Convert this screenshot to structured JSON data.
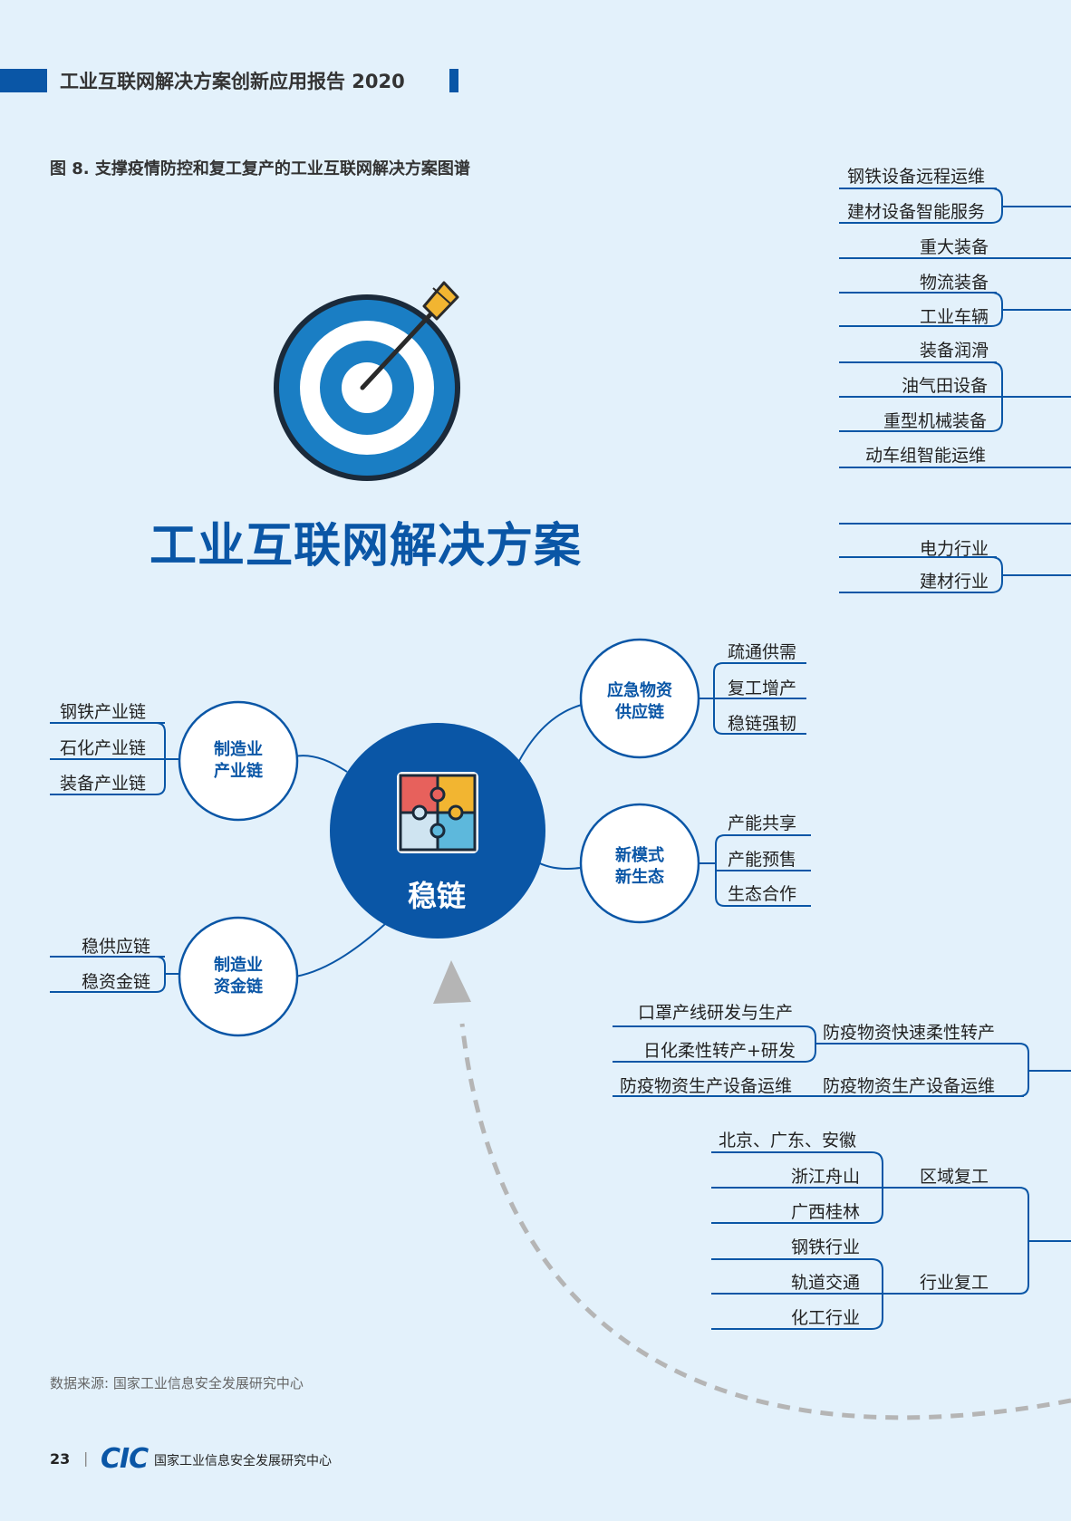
{
  "header": {
    "title": "工业互联网解决方案创新应用报告 2020"
  },
  "figure": {
    "caption": "图 8. 支撑疫情防控和复工复产的工业互联网解决方案图谱",
    "main_title": "工业互联网解决方案",
    "center": "稳链",
    "nodes": {
      "manufacturing_chain": "制造业\n产业链",
      "manufacturing_finance": "制造业\n资金链",
      "emergency_supply": "应急物资\n供应链",
      "new_model": "新模式\n新生态"
    },
    "manufacturing_chain_items": [
      "钢铁产业链",
      "石化产业链",
      "装备产业链"
    ],
    "manufacturing_finance_items": [
      "稳供应链",
      "稳资金链"
    ],
    "emergency_supply_items": [
      "疏通供需",
      "复工增产",
      "稳链强韧"
    ],
    "new_model_items": [
      "产能共享",
      "产能预售",
      "生态合作"
    ],
    "right_top_items": [
      "钢铁设备远程运维",
      "建材设备智能服务",
      "重大装备",
      "物流装备",
      "工业车辆",
      "装备润滑",
      "油气田设备",
      "重型机械装备",
      "动车组智能运维"
    ],
    "right_mid_items": [
      "电力行业",
      "建材行业"
    ],
    "epidemic_left_items": [
      "口罩产线研发与生产",
      "日化柔性转产+研发",
      "防疫物资生产设备运维"
    ],
    "epidemic_right_items": [
      "防疫物资快速柔性转产",
      "防疫物资生产设备运维"
    ],
    "regional_items": [
      "北京、广东、安徽",
      "浙江舟山",
      "广西桂林"
    ],
    "regional_label": "区域复工",
    "industry_items": [
      "钢铁行业",
      "轨道交通",
      "化工行业"
    ],
    "industry_label": "行业复工"
  },
  "footer": {
    "source": "数据来源: 国家工业信息安全发展研究中心",
    "page_number": "23",
    "separator": "|",
    "logo_text": "CIC",
    "org": "国家工业信息安全发展研究中心"
  },
  "colors": {
    "primary": "#0a56a6",
    "light_bg": "#e3f1fb",
    "target_blue": "#1a7ec4",
    "dashed_arrow": "#b5b5b5"
  }
}
